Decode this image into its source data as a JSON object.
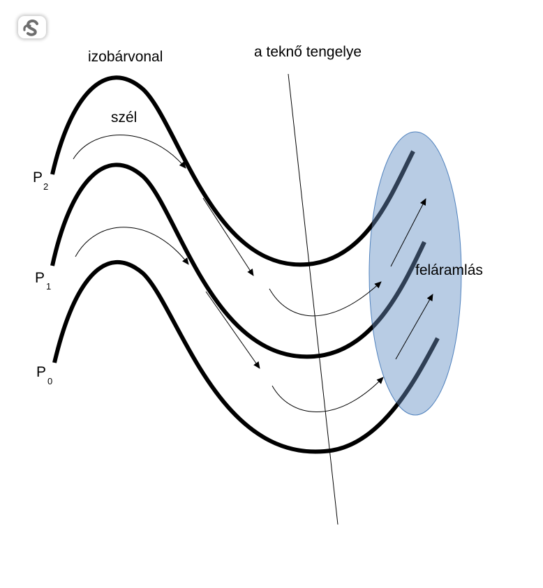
{
  "labels": {
    "isobar": "izobárvonal",
    "trough_axis": "a teknő tengelye",
    "wind": "szél",
    "uplift": "feláramlás",
    "p_letter": "P",
    "p2_sub": "2",
    "p1_sub": "1",
    "p0_sub": "0"
  },
  "colors": {
    "isobar_line": "#000000",
    "uplift_fill": "#b8cce4",
    "uplift_stroke": "#4f81bd",
    "isobar_inside_uplift": "#2f3f55",
    "logo": "#6e6e6e"
  },
  "icons": {
    "logo": "s-loop-logo-icon"
  }
}
